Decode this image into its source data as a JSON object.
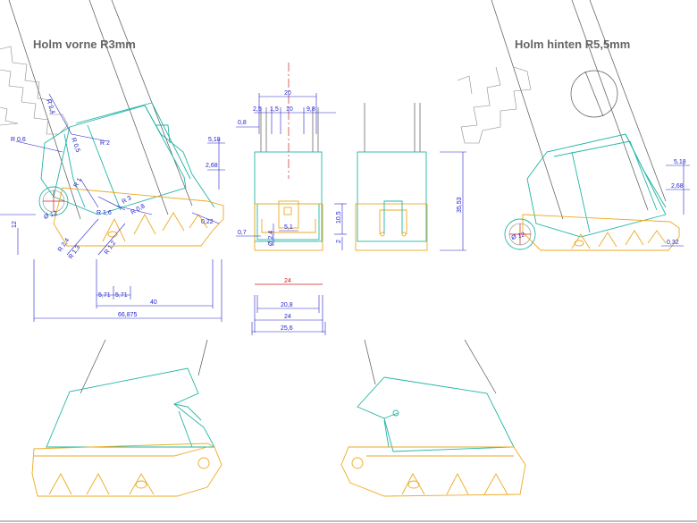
{
  "titles": {
    "left": "Holm vorne R3mm",
    "right": "Holm hinten R5,5mm"
  },
  "colors": {
    "outline": "#555555",
    "teal": "#22b5a5",
    "orange": "#eeaa22",
    "dimension": "#2222cc",
    "accent": "#cc2222"
  },
  "left_view": {
    "r24": "R 2,4",
    "r06": "R 0,6",
    "r2": "R 2",
    "r05": "R 0,5",
    "r1": "R 1",
    "r16": "R 1,6",
    "r08": "R 0,8",
    "r3": "R 3",
    "d12": "Ø 12",
    "v518": "5,18",
    "v268": "2,68",
    "v022": "0,22",
    "v12": "12",
    "r24b": "R 2,4",
    "r13": "R 1,3",
    "r12": "R 1,2",
    "v571a": "5,71",
    "v571b": "5,71",
    "v40": "40",
    "v66875": "66,875"
  },
  "front_view": {
    "v20": "20",
    "v25": "2,5",
    "v15": "1,5",
    "v10": "10",
    "v98": "9,8",
    "v08": "0,8",
    "v105": "10,5",
    "v51": "5,1",
    "v07": "0,7",
    "d24": "Ø 2,4",
    "v2": "2",
    "v24red": "24",
    "v208": "20,8",
    "v24": "24",
    "v256": "25,6"
  },
  "side_view": {
    "v3553": "35,53"
  },
  "right_view": {
    "v518": "5,18",
    "v268": "2,68",
    "v032": "0,32",
    "d12": "Ø 12"
  }
}
